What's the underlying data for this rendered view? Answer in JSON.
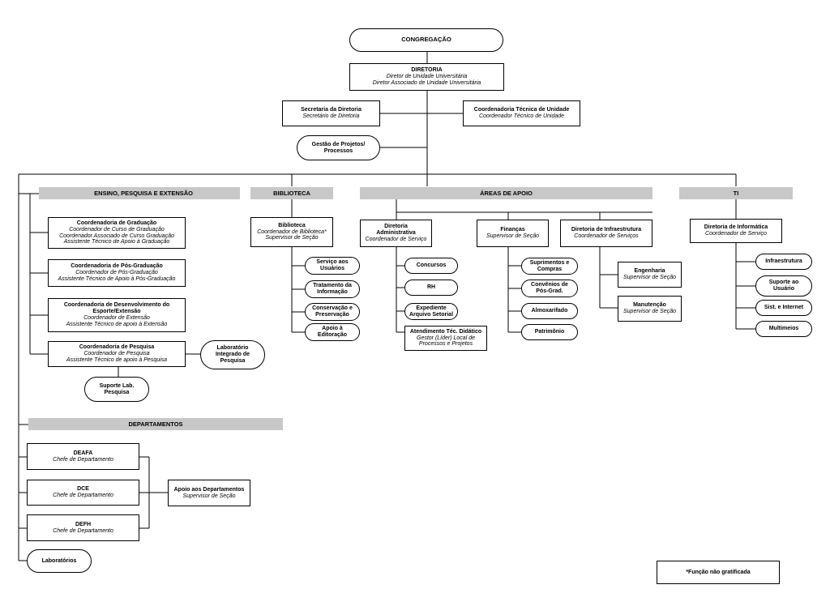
{
  "top": {
    "congregacao": "CONGREGAÇÃO",
    "diretoria": {
      "title": "DIRETORIA",
      "sub1": "Diretor de Unidade Universitária",
      "sub2": "Diretor Associado de Unidade Universitária"
    },
    "secretaria": {
      "title": "Secretaria da Diretoria",
      "sub": "Secretário de Diretoria"
    },
    "coord_tecnica": {
      "title": "Coordenadoria Técnica de Unidade",
      "sub": "Coordenador Técnico de Unidade"
    },
    "gestao": {
      "line1": "Gestão de Projetos/",
      "line2": "Processos"
    }
  },
  "headers": {
    "ensino": "ENSINO, PESQUISA E EXTENSÃO",
    "biblioteca": "BIBLIOTECA",
    "areas": "ÁREAS DE APOIO",
    "ti": "TI",
    "departamentos": "DEPARTAMENTOS"
  },
  "ensino": {
    "graduacao": {
      "title": "Coordenadoria de Graduação",
      "s1": "Coordenador de Curso de Graduação",
      "s2": "Coordenador Associado de Curso Graduação",
      "s3": "Assistente Técnico de Apoio à Graduação"
    },
    "posgrad": {
      "title": "Coordenadoria de Pós-Graduação",
      "s1": "Coordenador de Pós-Graduação",
      "s2": "Assistente Técnico de Apoio à Pós-Graduação"
    },
    "esporte": {
      "t1": "Coordenadoria de Desenvolvimento do",
      "t2": "Esporte/Extensão",
      "s1": "Coordenador de Extensão",
      "s2": "Assistente Técnico de apoio à Extensão"
    },
    "pesquisa": {
      "title": "Coordenadoria de Pesquisa",
      "s1": "Coordenador de Pesquisa",
      "s2": "Assistente Técnico de apoio à Pesquisa"
    },
    "lab_integrado": {
      "l1": "Laboratório",
      "l2": "Integrado de",
      "l3": "Pesquisa"
    },
    "suporte_lab": {
      "l1": "Suporte Lab.",
      "l2": "Pesquisa"
    }
  },
  "biblioteca": {
    "main": {
      "title": "Biblioteca",
      "s1": "Coordenador de Biblioteca*",
      "s2": "Supervisor de Seção"
    },
    "items": [
      {
        "l1": "Serviço aos",
        "l2": "Usuários"
      },
      {
        "l1": "Tratamento da",
        "l2": "Informação"
      },
      {
        "l1": "Conservação e",
        "l2": "Preservação"
      },
      {
        "l1": "Apoio à",
        "l2": "Editoração"
      }
    ]
  },
  "areas": {
    "dir_adm": {
      "t1": "Diretoria",
      "t2": "Administrativa",
      "s": "Coordenador de Serviço"
    },
    "adm_items": [
      {
        "l1": "Concursos",
        "l2": ""
      },
      {
        "l1": "RH",
        "l2": ""
      },
      {
        "l1": "Expediente",
        "l2": "Arquivo Setorial"
      }
    ],
    "atendimento": {
      "title": "Atendimento Téc. Didático",
      "s1": "Gestor (Líder) Local de",
      "s2": "Processos e Projetos"
    },
    "financas": {
      "title": "Finanças",
      "s": "Supervisor de Seção"
    },
    "fin_items": [
      {
        "l1": "Suprimentos e",
        "l2": "Compras"
      },
      {
        "l1": "Convênios de",
        "l2": "Pós-Grad."
      },
      {
        "l1": "Almoxarifado",
        "l2": ""
      },
      {
        "l1": "Patrimônio",
        "l2": ""
      }
    ],
    "infra": {
      "title": "Diretoria de Infraestrutura",
      "s": "Coordenador de Serviços"
    },
    "engenharia": {
      "title": "Engenharia",
      "s": "Supervisor de Seção"
    },
    "manutencao": {
      "title": "Manutenção",
      "s": "Supervisor de Seção"
    }
  },
  "ti": {
    "main": {
      "title": "Diretoria de Informática",
      "s": "Coordenador de Serviço"
    },
    "items": [
      {
        "l1": "Infraestrutura",
        "l2": ""
      },
      {
        "l1": "Suporte ao",
        "l2": "Usuário"
      },
      {
        "l1": "Sist. e Internet",
        "l2": ""
      },
      {
        "l1": "Multimeios",
        "l2": ""
      }
    ]
  },
  "departamentos": {
    "deafa": {
      "title": "DEAFA",
      "s": "Chefe de Departamento"
    },
    "dce": {
      "title": "DCE",
      "s": "Chefe de Departamento"
    },
    "defh": {
      "title": "DEFH",
      "s": "Chefe de Departamento"
    },
    "apoio": {
      "title": "Apoio aos Departamentos",
      "s": "Supervisor de Seção"
    },
    "laboratorios": "Laboratórios"
  },
  "note": "*Função não gratificada"
}
